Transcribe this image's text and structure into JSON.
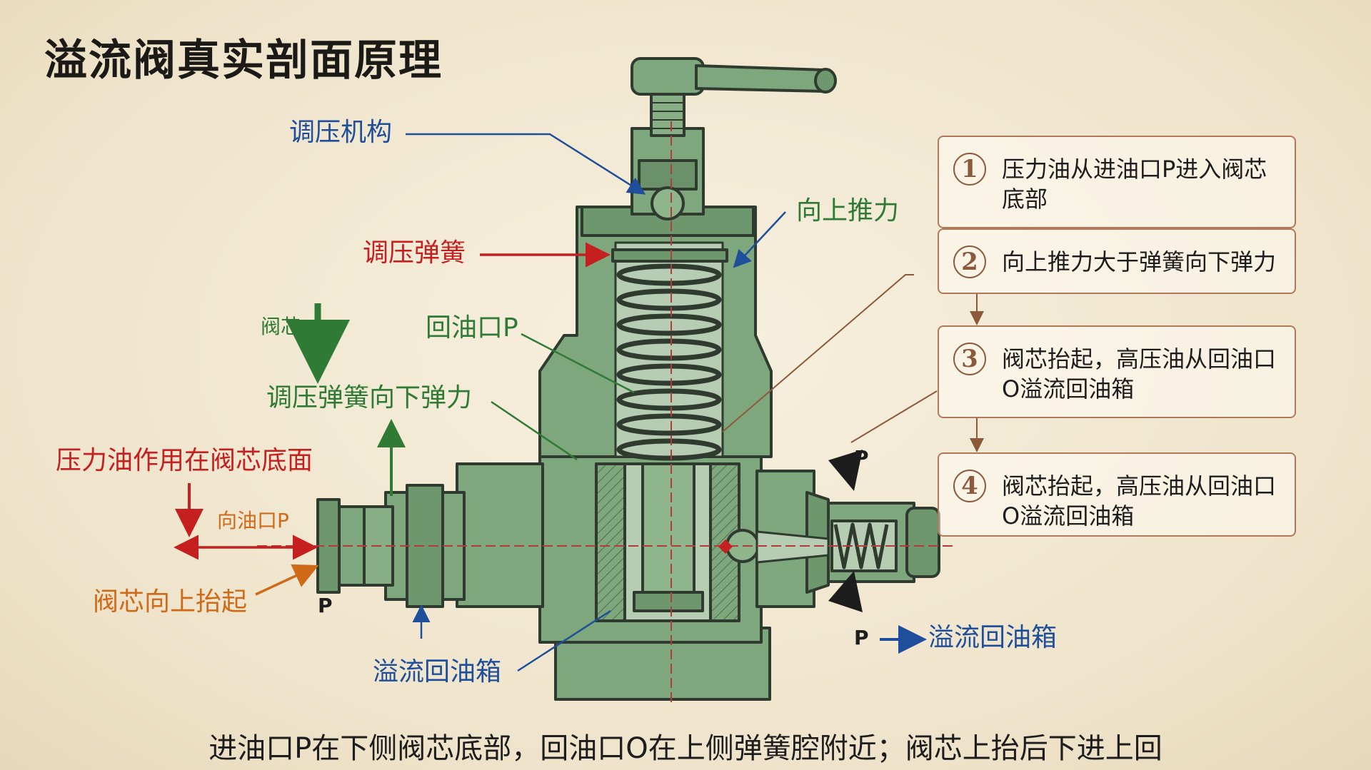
{
  "title": "溢流阀真实剖面原理",
  "labels": {
    "adjust_mechanism": "调压机构",
    "adjust_spring": "调压弹簧",
    "upward_thrust": "向上推力",
    "spool_small": "阀芯",
    "return_port": "回油口P",
    "spring_downforce": "调压弹簧向下弹力",
    "pressure_oil_bottom": "压力油作用在阀芯底面",
    "to_port": "向油口P",
    "spool_lift": "阀芯向上抬起",
    "port_p_left": "P",
    "overflow_tank_bottom": "溢流回油箱",
    "port_p_upper_right": "P",
    "port_p_lower_right": "P",
    "overflow_tank_right": "溢流回油箱"
  },
  "steps": [
    {
      "num": "1",
      "text": "压力油从进油口P进入阀芯底部"
    },
    {
      "num": "2",
      "text": "向上推力大于弹簧向下弹力"
    },
    {
      "num": "3",
      "text": "阀芯抬起，高压油从回油口O溢流回油箱"
    },
    {
      "num": "4",
      "text": "阀芯抬起，高压油从回油口O溢流回油箱"
    }
  ],
  "caption": "进油口P在下侧阀芯底部，回油口O在上侧弹簧腔附近；阀芯上抬后下进上回",
  "colors": {
    "body_green": "#7fa77e",
    "body_dark": "#2f3b2f",
    "blue": "#1f4e9a",
    "red": "#c61f1f",
    "green": "#2f7a35",
    "orange": "#cf6a19",
    "box_border": "#b07a5a"
  }
}
